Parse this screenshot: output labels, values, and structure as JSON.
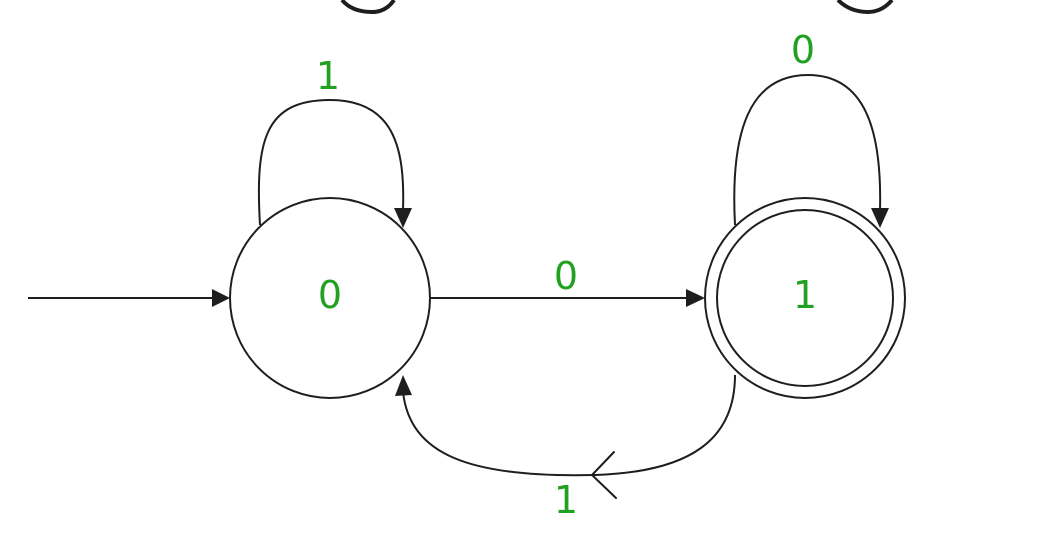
{
  "colors": {
    "label": "#22a022",
    "stroke": "#1e1e1e",
    "background": "#ffffff"
  },
  "states": [
    {
      "id": "q0",
      "label": "0",
      "accepting": false,
      "initial": true
    },
    {
      "id": "q1",
      "label": "1",
      "accepting": true,
      "initial": false
    }
  ],
  "transitions": [
    {
      "from": "q0",
      "to": "q0",
      "symbol": "1"
    },
    {
      "from": "q1",
      "to": "q1",
      "symbol": "0"
    },
    {
      "from": "q0",
      "to": "q1",
      "symbol": "0"
    },
    {
      "from": "q1",
      "to": "q0",
      "symbol": "1"
    }
  ]
}
